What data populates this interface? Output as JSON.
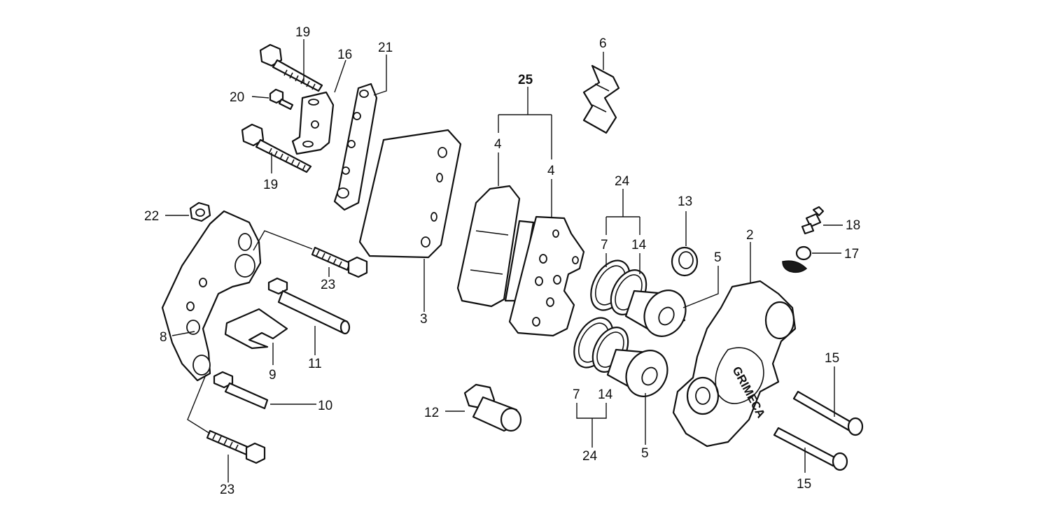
{
  "diagram": {
    "caliper_stamp": "GRIMECA",
    "callouts": {
      "c19_top": "19",
      "c19_bottom": "19",
      "c16": "16",
      "c21": "21",
      "c20": "20",
      "c22": "22",
      "c23_upper": "23",
      "c23_lower": "23",
      "c8": "8",
      "c9": "9",
      "c10": "10",
      "c11": "11",
      "c3": "3",
      "c25": "25",
      "c4_left": "4",
      "c4_right": "4",
      "c6": "6",
      "c24_upper": "24",
      "c24_lower": "24",
      "c7_upper": "7",
      "c7_lower": "7",
      "c14_upper": "14",
      "c14_lower": "14",
      "c13": "13",
      "c5_upper": "5",
      "c5_lower": "5",
      "c2": "2",
      "c18": "18",
      "c17": "17",
      "c15_upper": "15",
      "c15_lower": "15",
      "c12": "12"
    }
  }
}
